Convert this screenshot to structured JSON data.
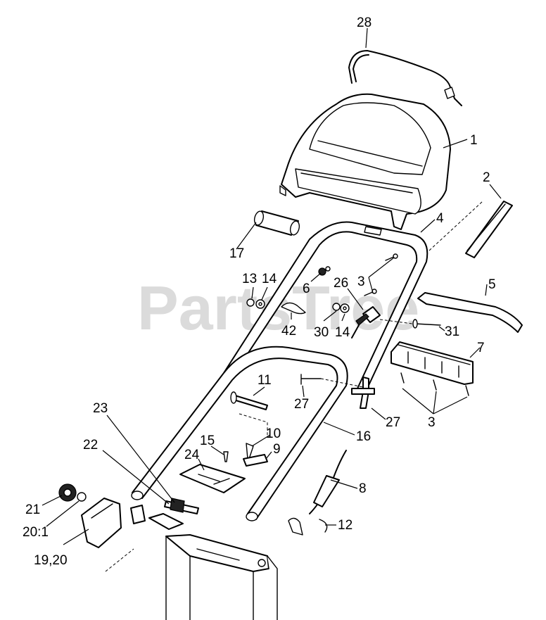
{
  "watermark": "PartsTree",
  "callouts": [
    {
      "id": "c28",
      "text": "28"
    },
    {
      "id": "c1",
      "text": "1"
    },
    {
      "id": "c2",
      "text": "2"
    },
    {
      "id": "c4",
      "text": "4"
    },
    {
      "id": "c17",
      "text": "17"
    },
    {
      "id": "c13",
      "text": "13"
    },
    {
      "id": "c14a",
      "text": "14"
    },
    {
      "id": "c6",
      "text": "6"
    },
    {
      "id": "c26",
      "text": "26"
    },
    {
      "id": "c3a",
      "text": "3"
    },
    {
      "id": "c5",
      "text": "5"
    },
    {
      "id": "c42",
      "text": "42"
    },
    {
      "id": "c30",
      "text": "30"
    },
    {
      "id": "c14b",
      "text": "14"
    },
    {
      "id": "c31",
      "text": "31"
    },
    {
      "id": "c7",
      "text": "7"
    },
    {
      "id": "c11",
      "text": "11"
    },
    {
      "id": "c23",
      "text": "23"
    },
    {
      "id": "c27a",
      "text": "27"
    },
    {
      "id": "c27b",
      "text": "27"
    },
    {
      "id": "c3b",
      "text": "3"
    },
    {
      "id": "c16",
      "text": "16"
    },
    {
      "id": "c22",
      "text": "22"
    },
    {
      "id": "c15",
      "text": "15"
    },
    {
      "id": "c10",
      "text": "10"
    },
    {
      "id": "c24",
      "text": "24"
    },
    {
      "id": "c9",
      "text": "9"
    },
    {
      "id": "c8",
      "text": "8"
    },
    {
      "id": "c21",
      "text": "21"
    },
    {
      "id": "c20_1",
      "text": "20:1"
    },
    {
      "id": "c12",
      "text": "12"
    },
    {
      "id": "c19_20",
      "text": "19,20"
    }
  ]
}
